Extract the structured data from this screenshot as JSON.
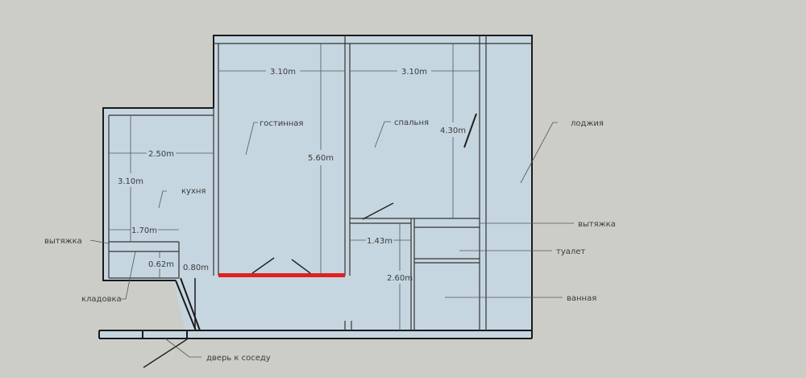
{
  "colors": {
    "background": "#cdcdc8",
    "floor": "#c6d6e0",
    "wall": "#1a1a1a",
    "dimension_line": "#555555",
    "window_highlight": "#e02020",
    "label_text": "#3a3a3a"
  },
  "rooms": {
    "living_room": "гостинная",
    "bedroom": "спальня",
    "kitchen": "кухня",
    "loggia": "лоджия",
    "storage": "кладовка",
    "toilet": "туалет",
    "bathroom": "ванная"
  },
  "annotations": {
    "vent_left": "вытяжка",
    "vent_right": "вытяжка",
    "neighbor_door": "дверь к соседу"
  },
  "dimensions": {
    "living_width": "3.10m",
    "bedroom_width": "3.10m",
    "living_length": "5.60m",
    "bedroom_length": "4.30m",
    "kitchen_width": "2.50m",
    "kitchen_length": "3.10m",
    "storage_width": "1.70m",
    "storage_depth": "0.62m",
    "corridor_width": "0.80m",
    "hall_width": "1.43m",
    "bath_length": "2.60m"
  }
}
